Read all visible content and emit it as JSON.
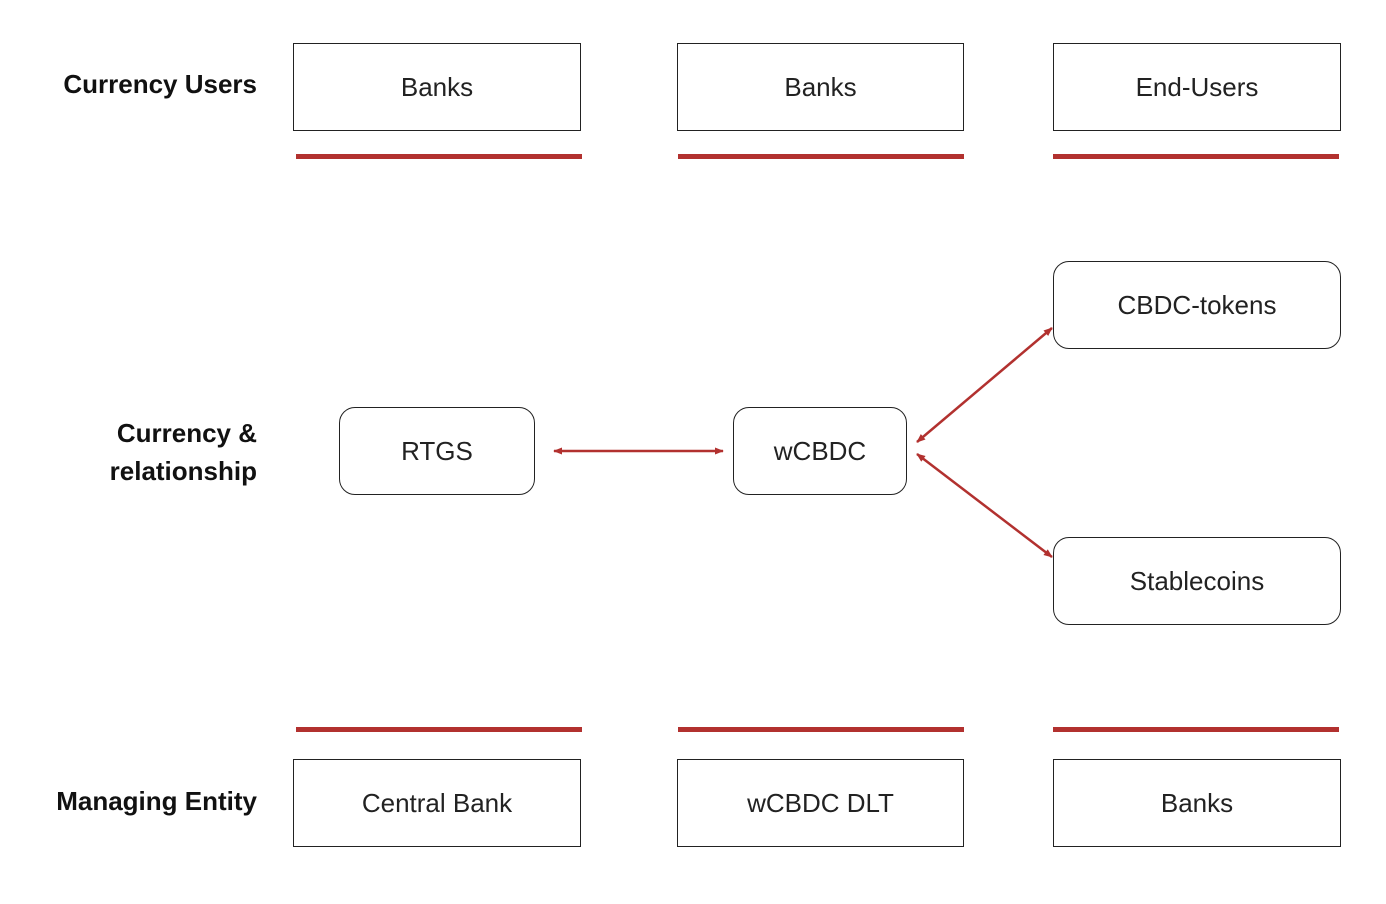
{
  "labels": {
    "users": "Currency Users",
    "relationship_line1": "Currency &",
    "relationship_line2": "relationship",
    "managing": "Managing Entity"
  },
  "users": [
    "Banks",
    "Banks",
    "End-Users"
  ],
  "currencies": {
    "rtgs": "RTGS",
    "wcbdc": "wCBDC",
    "cbdc_tokens": "CBDC-tokens",
    "stablecoins": "Stablecoins"
  },
  "managers": [
    "Central Bank",
    "wCBDC DLT",
    "Banks"
  ],
  "colors": {
    "accent": "#b2312f",
    "border": "#222222"
  }
}
